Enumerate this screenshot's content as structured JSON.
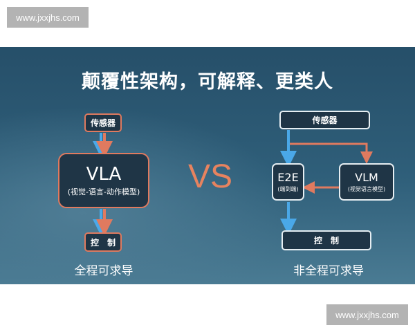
{
  "watermark": "www.jxxjhs.com",
  "title": "颠覆性架构，可解释、更类人",
  "left": {
    "sensor": "传感器",
    "model": "VLA",
    "model_sub": "(视觉-语言-动作模型)",
    "control": "控　制",
    "caption": "全程可求导"
  },
  "vs": "VS",
  "right": {
    "sensor": "传感器",
    "e2e": "E2E",
    "e2e_sub": "(端到端)",
    "vlm": "VLM",
    "vlm_sub": "(视觉语言模型)",
    "control": "控　制",
    "caption": "非全程可求导"
  },
  "colors": {
    "accent_orange": "#e07a5f",
    "accent_blue": "#4aa8e8"
  }
}
